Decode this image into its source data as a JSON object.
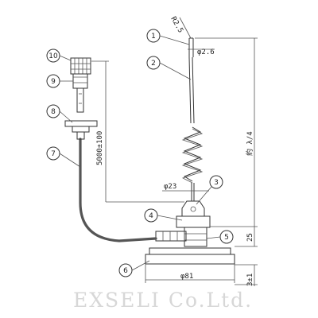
{
  "diagram": {
    "callouts": [
      "1",
      "2",
      "3",
      "4",
      "5",
      "6",
      "7",
      "8",
      "9",
      "10"
    ],
    "dimensions": {
      "r25": "R2.5",
      "d26": "φ2.6",
      "d23": "φ23",
      "d81": "φ81",
      "len5000": "5000±100",
      "lambda": "約 λ/4",
      "h25": "25",
      "h3": "3±1"
    },
    "brand": "EXSELI Co.Ltd.",
    "colors": {
      "ink": "#333333",
      "watermark": "#d7d7d7"
    }
  }
}
